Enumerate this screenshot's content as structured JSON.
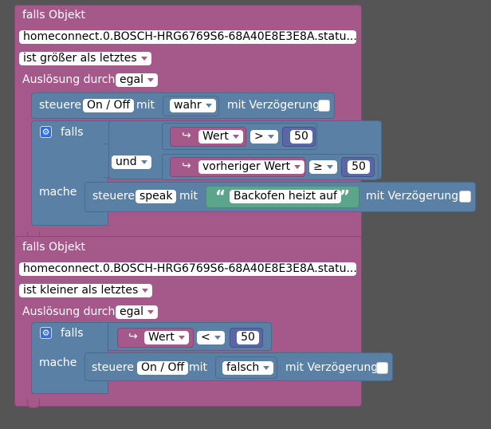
{
  "block1": {
    "title": "falls Objekt",
    "object_id": "homeconnect.0.BOSCH-HRG6769S6-68A40E8E3E8A.statu...",
    "condition": "ist größer als letztes",
    "trigger_label": "Auslösung durch",
    "trigger_value": "egal",
    "control": {
      "label": "steuere",
      "target": "On / Off",
      "with": "mit",
      "value": "wahr",
      "delay_label": "mit Verzögerung"
    },
    "if": {
      "falls": "falls",
      "and": "und",
      "cmp1": {
        "var": "Wert",
        "op": ">",
        "num": "50"
      },
      "cmp2": {
        "var": "vorheriger Wert",
        "op": "≥",
        "num": "50"
      },
      "mache": "mache",
      "action": {
        "label": "steuere",
        "target": "speak",
        "with": "mit",
        "text": "Backofen heizt auf",
        "delay_label": "mit Verzögerung"
      }
    }
  },
  "block2": {
    "title": "falls Objekt",
    "object_id": "homeconnect.0.BOSCH-HRG6769S6-68A40E8E3E8A.statu...",
    "condition": "ist kleiner als letztes",
    "trigger_label": "Auslösung durch",
    "trigger_value": "egal",
    "if": {
      "falls": "falls",
      "cmp": {
        "var": "Wert",
        "op": "<",
        "num": "50"
      },
      "mache": "mache",
      "action": {
        "label": "steuere",
        "target": "On / Off",
        "with": "mit",
        "value": "falsch",
        "delay_label": "mit Verzögerung"
      }
    }
  },
  "icons": {
    "gear": "gear-icon",
    "variable": "variable-arrow-icon",
    "quote_open": "“",
    "quote_close": "”"
  },
  "colors": {
    "background": "#555555",
    "event": "#a5598a",
    "logic": "#5b80a5",
    "text_block": "#5ba58c",
    "number": "#5b67a5"
  }
}
